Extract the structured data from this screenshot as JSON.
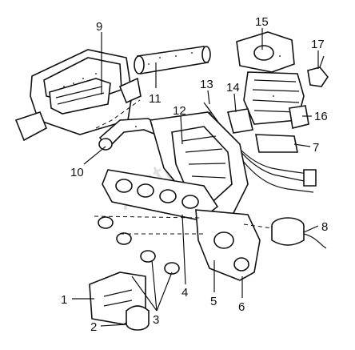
{
  "watermark": "Autodoc",
  "callouts": [
    {
      "id": "1",
      "text": "1"
    },
    {
      "id": "2",
      "text": "2"
    },
    {
      "id": "3",
      "text": "3"
    },
    {
      "id": "4",
      "text": "4"
    },
    {
      "id": "5",
      "text": "5"
    },
    {
      "id": "6",
      "text": "6"
    },
    {
      "id": "7",
      "text": "7"
    },
    {
      "id": "8",
      "text": "8"
    },
    {
      "id": "9",
      "text": "9"
    },
    {
      "id": "10",
      "text": "10"
    },
    {
      "id": "11",
      "text": "11"
    },
    {
      "id": "12",
      "text": "12"
    },
    {
      "id": "13",
      "text": "13"
    },
    {
      "id": "14",
      "text": "14"
    },
    {
      "id": "15",
      "text": "15"
    },
    {
      "id": "16",
      "text": "16"
    },
    {
      "id": "17",
      "text": "17"
    }
  ]
}
